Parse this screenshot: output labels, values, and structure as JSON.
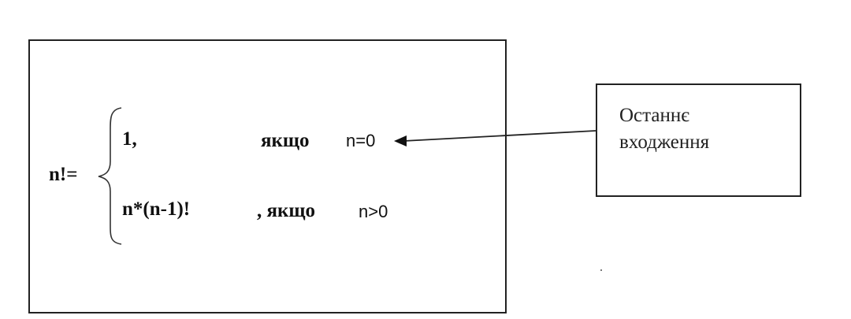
{
  "formula": {
    "lhs": "n!=",
    "case1": {
      "value": "1,",
      "condition_word": "якщо",
      "condition": "n=0"
    },
    "case2": {
      "value": "n*(n-1)!",
      "condition_word": ", якщо",
      "condition": "n>0"
    }
  },
  "note": {
    "line1": "Останнє",
    "line2": "входження"
  },
  "colors": {
    "stroke": "#222222",
    "background": "#ffffff"
  }
}
